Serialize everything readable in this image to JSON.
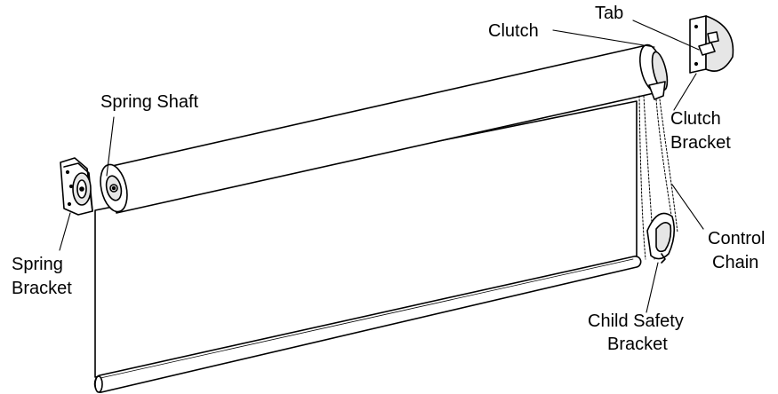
{
  "colors": {
    "stroke": "#000000",
    "background": "#ffffff",
    "shade_fill": "#ffffff",
    "hardware_fill": "#e6e6e6"
  },
  "labels": {
    "tab": "Tab",
    "clutch": "Clutch",
    "spring_shaft": "Spring Shaft",
    "clutch_bracket_line1": "Clutch",
    "clutch_bracket_line2": "Bracket",
    "spring_bracket_line1": "Spring",
    "spring_bracket_line2": "Bracket",
    "control_chain_line1": "Control",
    "control_chain_line2": "Chain",
    "child_safety_line1": "Child Safety",
    "child_safety_line2": "Bracket"
  }
}
